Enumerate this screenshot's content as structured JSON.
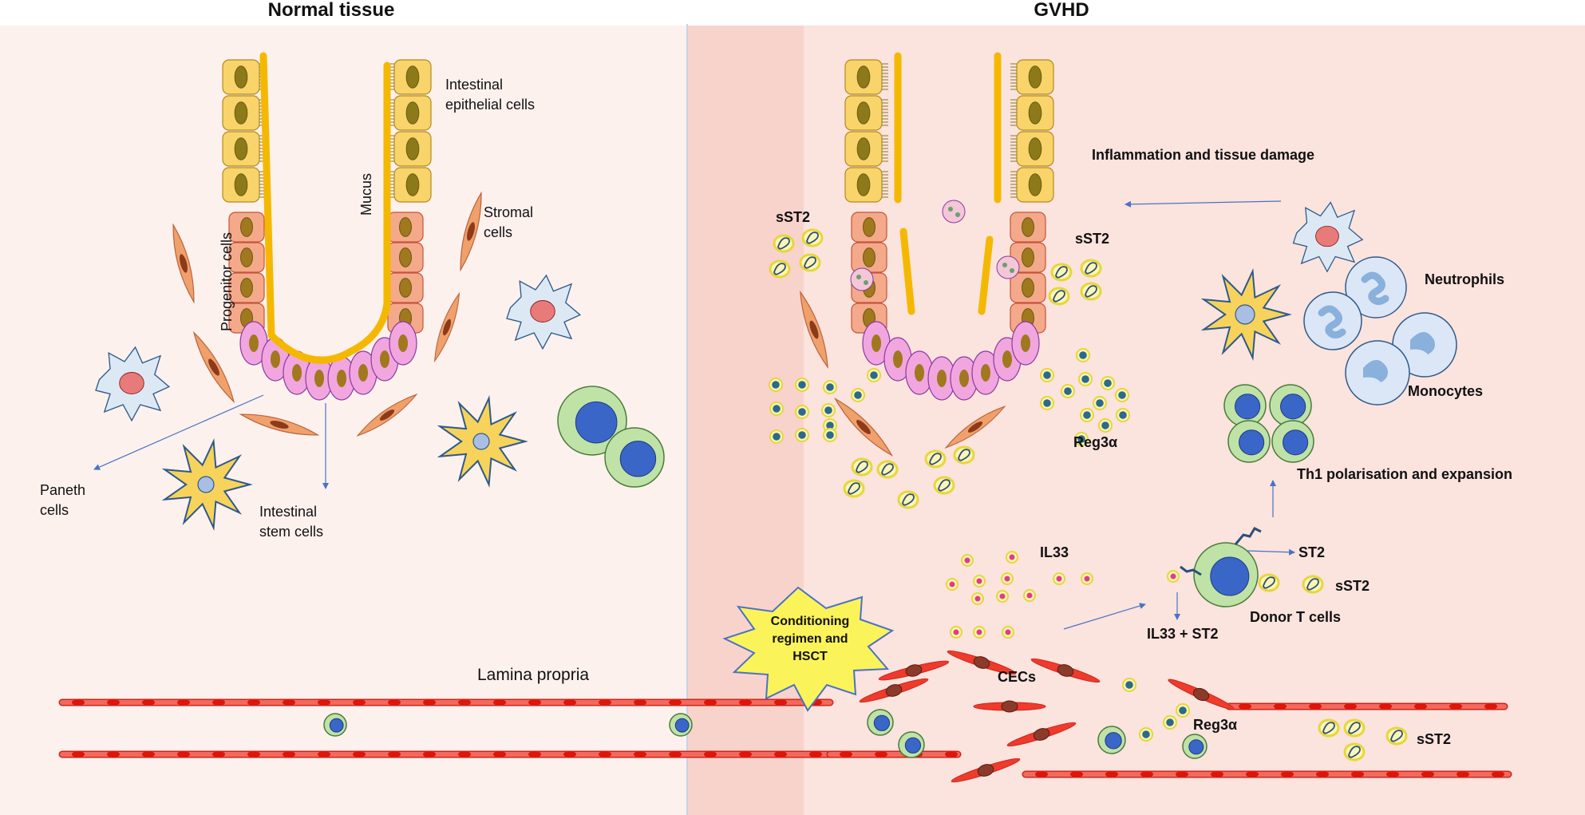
{
  "colors": {
    "normal_bg": "#fdf1ee",
    "gvhd_bg": "#fadad4",
    "enterocyte": "#f8d46a",
    "progenitor": "#f4a98a",
    "paneth": "#f2a6df",
    "mucus": "#f5b800",
    "stromal": "#f0a06b",
    "endothelial": "#ef3b2c",
    "dendritic": "#f7d35c",
    "macrophage": "#dce9f5",
    "t_cell_outer": "#bfe3a7",
    "t_cell_inner": "#3a66c7",
    "il33": "#e6398b",
    "burst": "#fbf35a",
    "arrow": "#4a72c4"
  },
  "icons": [
    "macrophage-icon",
    "dendritic-cell-icon",
    "stromal-cell-icon",
    "t-cell-icon",
    "neutrophil-icon",
    "monocyte-icon",
    "sst2-icon",
    "reg3a-icon",
    "il33-icon",
    "endothelial-cell-icon",
    "burst-icon"
  ],
  "labels": {
    "normal_title": "Normal tissue",
    "gvhd_title": "GVHD",
    "intestinal_epithelial_1": "Intestinal",
    "intestinal_epithelial_2": "epithelial cells",
    "mucus": "Mucus",
    "progenitor": "Progenitor cells",
    "stromal_1": "Stromal",
    "stromal_2": "cells",
    "paneth_1": "Paneth",
    "paneth_2": "cells",
    "stem_1": "Intestinal",
    "stem_2": "stem cells",
    "lamina": "Lamina propria",
    "sst2_left": "sST2",
    "sst2_right": "sST2",
    "reg3a_top": "Reg3α",
    "inflammation": "Inflammation and tissue damage",
    "neutrophils": "Neutrophils",
    "monocytes": "Monocytes",
    "th1": "Th1 polarisation and expansion",
    "il33": "IL33",
    "st2": "ST2",
    "sst2_tcell": "sST2",
    "donor_t": "Donor T cells",
    "il33_st2": "IL33 + ST2",
    "burst_1": "Conditioning",
    "burst_2": "regimen and",
    "burst_3": "HSCT",
    "cecs": "CECs",
    "reg3a_bottom": "Reg3α",
    "sst2_bottom": "sST2"
  }
}
